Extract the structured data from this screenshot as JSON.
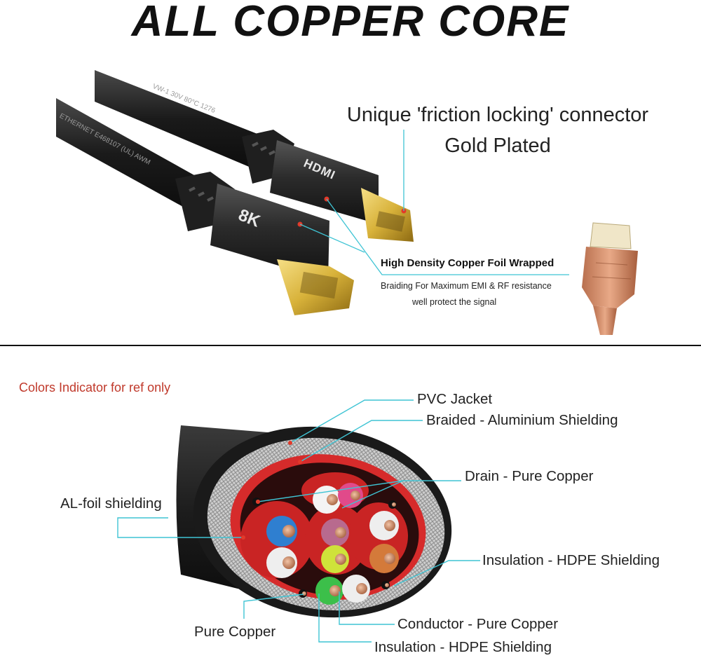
{
  "title": "ALL COPPER CORE",
  "connector": {
    "line1": "Unique 'friction locking' connector",
    "line2": "Gold Plated",
    "logo": "HDMI",
    "brand": "8K"
  },
  "cable_print": {
    "upper": "VW-1  30V  80°C  1276",
    "lower": "ETHERNET  E468107  (UL)  AWM"
  },
  "foil": {
    "heading": "High Density Copper Foil Wrapped",
    "line1": "Braiding For Maximum EMI & RF resistance",
    "line2": "well protect the signal"
  },
  "note": "Colors Indicator for ref only",
  "labels": {
    "pvc_jacket": "PVC Jacket",
    "braided": "Braided - Aluminium Shielding",
    "drain": "Drain -  Pure Copper",
    "al_foil": "AL-foil shielding",
    "insulation_right": "Insulation - HDPE Shielding",
    "pure_copper": "Pure Copper",
    "conductor": "Conductor -  Pure Copper",
    "insulation_bottom": "Insulation - HDPE Shielding"
  },
  "colors": {
    "leader": "#3fc4d4",
    "note": "#c0392b",
    "gold": "#d8b23a",
    "copper": "#d49473",
    "jacket": "#2a2a2a",
    "foil_red": "#d62b2b"
  }
}
